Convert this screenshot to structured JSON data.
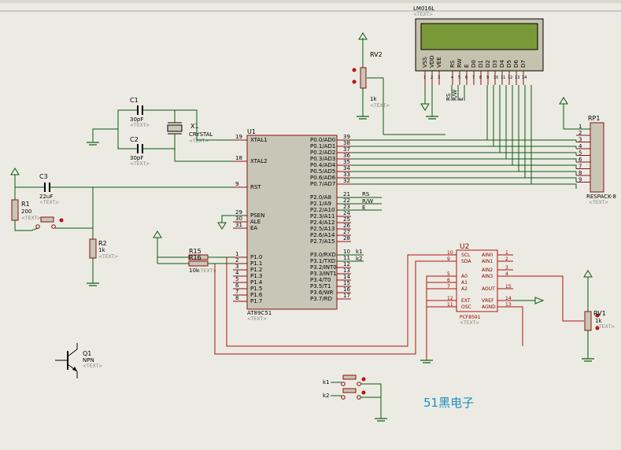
{
  "u1": {
    "name": "U1",
    "part": "AT89C51",
    "text": "<TEXT>",
    "left_pins": [
      {
        "num": "19",
        "label": "XTAL1"
      },
      {
        "num": "18",
        "label": "XTAL2"
      },
      {
        "num": "9",
        "label": "RST"
      },
      {
        "num": "29",
        "label": "PSEN"
      },
      {
        "num": "30",
        "label": "ALE"
      },
      {
        "num": "31",
        "label": "EA"
      },
      {
        "num": "1",
        "label": "P1.0"
      },
      {
        "num": "2",
        "label": "P1.1"
      },
      {
        "num": "3",
        "label": "P1.2"
      },
      {
        "num": "4",
        "label": "P1.3"
      },
      {
        "num": "5",
        "label": "P1.4"
      },
      {
        "num": "6",
        "label": "P1.5"
      },
      {
        "num": "7",
        "label": "P1.6"
      },
      {
        "num": "8",
        "label": "P1.7"
      }
    ],
    "right_pins": [
      {
        "num": "39",
        "label": "P0.0/AD0"
      },
      {
        "num": "38",
        "label": "P0.1/AD1"
      },
      {
        "num": "37",
        "label": "P0.2/AD2"
      },
      {
        "num": "36",
        "label": "P0.3/AD3"
      },
      {
        "num": "35",
        "label": "P0.4/AD4"
      },
      {
        "num": "34",
        "label": "P0.5/AD5"
      },
      {
        "num": "33",
        "label": "P0.6/AD6"
      },
      {
        "num": "32",
        "label": "P0.7/AD7"
      },
      {
        "num": "21",
        "label": "P2.0/A8"
      },
      {
        "num": "22",
        "label": "P2.1/A9"
      },
      {
        "num": "23",
        "label": "P2.2/A10"
      },
      {
        "num": "24",
        "label": "P2.3/A11"
      },
      {
        "num": "25",
        "label": "P2.4/A12"
      },
      {
        "num": "26",
        "label": "P2.5/A13"
      },
      {
        "num": "27",
        "label": "P2.6/A14"
      },
      {
        "num": "28",
        "label": "P2.7/A15"
      },
      {
        "num": "10",
        "label": "P3.0/RXD"
      },
      {
        "num": "11",
        "label": "P3.1/TXD"
      },
      {
        "num": "12",
        "label": "P3.2/INT0"
      },
      {
        "num": "13",
        "label": "P3.3/INT1"
      },
      {
        "num": "14",
        "label": "P3.4/T0"
      },
      {
        "num": "15",
        "label": "P3.5/T1"
      },
      {
        "num": "16",
        "label": "P3.6/WR"
      },
      {
        "num": "17",
        "label": "P3.7/RD"
      }
    ],
    "net_rs": "RS",
    "net_rw": "R/W",
    "net_e": "E",
    "net_k1": "k1",
    "net_k2": "k2"
  },
  "lcd": {
    "name": "LM016L",
    "text": "<TEXT>",
    "pins": [
      "VSS",
      "VDD",
      "VEE",
      "RS",
      "RW",
      "E",
      "D0",
      "D1",
      "D2",
      "D3",
      "D4",
      "D5",
      "D6",
      "D7"
    ],
    "pin_nums": [
      "1",
      "2",
      "3",
      "4",
      "5",
      "6",
      "7",
      "8",
      "9",
      "10",
      "11",
      "12",
      "13",
      "14"
    ],
    "nets": [
      "RS",
      "R/W",
      "E"
    ]
  },
  "rv2": {
    "name": "RV2",
    "value": "1k",
    "text": "<TEXT>"
  },
  "rp1": {
    "name": "RP1",
    "part": "RESPACK-8",
    "text": "<TEXT>",
    "pins": [
      "1",
      "2",
      "3",
      "4",
      "5",
      "6",
      "7",
      "8",
      "9"
    ]
  },
  "crystal": {
    "c1": {
      "name": "C1",
      "value": "30pF",
      "text": "<TEXT>"
    },
    "c2": {
      "name": "C2",
      "value": "30pF",
      "text": "<TEXT>"
    },
    "x1": {
      "name": "X1",
      "part": "CRYSTAL",
      "text": "<TEXT>"
    }
  },
  "reset": {
    "c3": {
      "name": "C3",
      "value": "22uF",
      "text": "<TEXT>"
    },
    "r1": {
      "name": "R1",
      "value": "200",
      "text": "<TEXT>"
    },
    "r2": {
      "name": "R2",
      "value": "1k",
      "text": "<TEXT>"
    }
  },
  "r15": {
    "name": "R15",
    "value": "10k",
    "text": "<TEXT>"
  },
  "r16": {
    "name": "R16",
    "value": "10k",
    "text": "<TEXT>"
  },
  "u2": {
    "name": "U2",
    "part": "PCF8591",
    "text": "<TEXT>",
    "left_pins": [
      {
        "num": "10",
        "label": "SCL"
      },
      {
        "num": "9",
        "label": "SDA"
      },
      {
        "num": "5",
        "label": "A0"
      },
      {
        "num": "6",
        "label": "A1"
      },
      {
        "num": "7",
        "label": "A2"
      },
      {
        "num": "12",
        "label": "EXT"
      },
      {
        "num": "11",
        "label": "OSC"
      }
    ],
    "right_pins": [
      {
        "num": "1",
        "label": "AIN0"
      },
      {
        "num": "2",
        "label": "AIN1"
      },
      {
        "num": "3",
        "label": "AIN2"
      },
      {
        "num": "4",
        "label": "AIN3"
      },
      {
        "num": "15",
        "label": "AOUT"
      },
      {
        "num": "14",
        "label": "VREF"
      },
      {
        "num": "13",
        "label": "AGND"
      }
    ]
  },
  "rv1": {
    "name": "RV1",
    "value": "1k",
    "text": "<TEXT>"
  },
  "q1": {
    "name": "Q1",
    "part": "NPN",
    "text": "<TEXT>"
  },
  "switches": {
    "k1": "k1",
    "k2": "k2"
  },
  "watermark": {
    "text": "51黑电子",
    "color": "#1a8fc0"
  }
}
